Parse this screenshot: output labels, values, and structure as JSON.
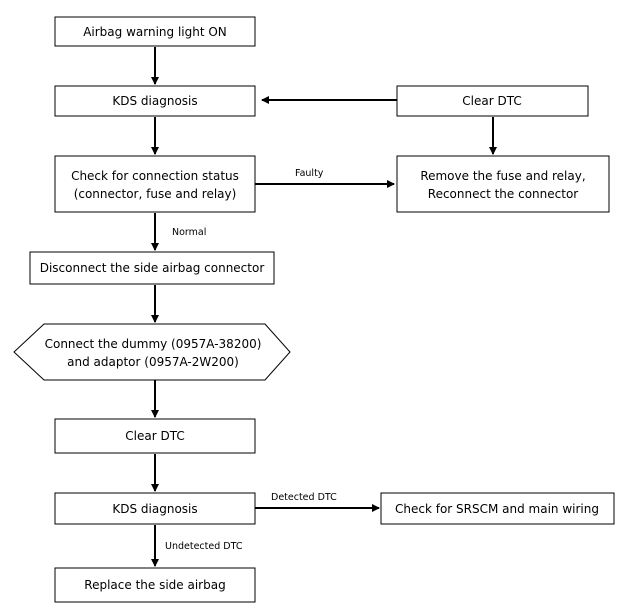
{
  "nodes": {
    "airbag_light": {
      "lines": [
        "Airbag warning light ON"
      ]
    },
    "kds1": {
      "lines": [
        "KDS diagnosis"
      ]
    },
    "clear_dtc_top": {
      "lines": [
        "Clear DTC"
      ]
    },
    "check_connection": {
      "lines": [
        "Check for connection status",
        "(connector, fuse and relay)"
      ]
    },
    "remove_fuse": {
      "lines": [
        "Remove the fuse and relay,",
        "Reconnect the connector"
      ]
    },
    "disconnect_side": {
      "lines": [
        "Disconnect the side airbag connector"
      ]
    },
    "connect_dummy": {
      "lines": [
        "Connect the dummy (0957A-38200)",
        "and adaptor (0957A-2W200)"
      ]
    },
    "clear_dtc_mid": {
      "lines": [
        "Clear DTC"
      ]
    },
    "kds2": {
      "lines": [
        "KDS diagnosis"
      ]
    },
    "check_srscm": {
      "lines": [
        "Check for SRSCM and main wiring"
      ]
    },
    "replace_side": {
      "lines": [
        "Replace the side airbag"
      ]
    }
  },
  "edges": {
    "faulty": "Faulty",
    "normal": "Normal",
    "detected_dtc": "Detected DTC",
    "undetected_dtc": "Undetected DTC"
  }
}
